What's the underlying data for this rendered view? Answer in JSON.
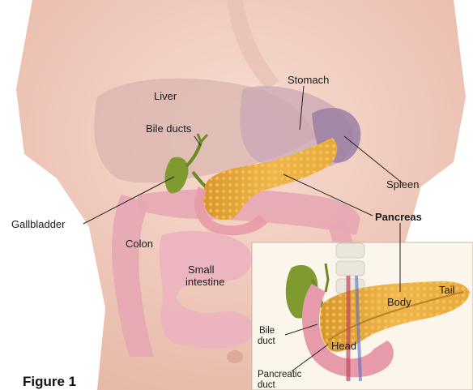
{
  "caption": "Figure 1",
  "labels": {
    "liver": "Liver",
    "stomach": "Stomach",
    "bile_ducts": "Bile ducts",
    "spleen": "Spleen",
    "gallbladder": "Gallbladder",
    "pancreas": "Pancreas",
    "colon": "Colon",
    "small_intestine_1": "Small",
    "small_intestine_2": "intestine"
  },
  "inset": {
    "body": "Body",
    "tail": "Tail",
    "head": "Head",
    "bile_duct_1": "Bile",
    "bile_duct_2": "duct",
    "pancreatic_duct_1": "Pancreatic",
    "pancreatic_duct_2": "duct"
  },
  "colors": {
    "skin": "#f3d2c6",
    "skin_shadow": "#e2b3a3",
    "liver": "#d9b4ad",
    "stomach": "#c9a7b6",
    "pancreas": "#e8a93a",
    "gallbladder": "#7f9a2f",
    "intestine": "#e7a7b4",
    "spleen": "#9a7fa3",
    "inset_bg": "#fbf5ec"
  }
}
